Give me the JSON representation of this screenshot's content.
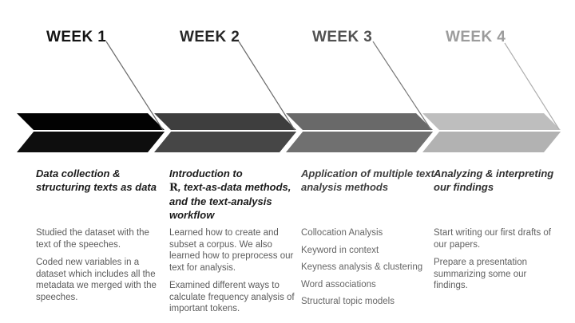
{
  "slide": {
    "background": "#ffffff"
  },
  "weeks": [
    {
      "label": "WEEK 1",
      "label_color": "#141414",
      "leader_line_color": "#6a6a6a",
      "chevron_color_top": "#020202",
      "chevron_color_bottom": "#0e0e0e",
      "heading": "Data collection & structuring texts as data",
      "heading_color": "#1b1b1b",
      "body_color": "#5c5c5c",
      "paragraphs": [
        "Studied the dataset with the text of the speeches.",
        "Coded new variables in a dataset which includes all the metadata we merged with the speeches."
      ]
    },
    {
      "label": "WEEK 2",
      "label_color": "#262626",
      "leader_line_color": "#6a6a6a",
      "chevron_color_top": "#3e3e3e",
      "chevron_color_bottom": "#464646",
      "heading_prefix": "Introduction to",
      "heading_r": "R",
      "heading_suffix": ", text-as-data methods, and the text-analysis workflow",
      "heading_color": "#1b1b1b",
      "body_color": "#5c5c5c",
      "paragraphs": [
        "Learned how to create and subset a corpus. We also learned how to preprocess our text for analysis.",
        "Examined different ways to calculate frequency analysis of important tokens."
      ]
    },
    {
      "label": "WEEK 3",
      "label_color": "#515151",
      "leader_line_color": "#7a7a7a",
      "chevron_color_top": "#696969",
      "chevron_color_bottom": "#707070",
      "heading": "Application of multiple text-analysis methods",
      "heading_color": "#3f3f3f",
      "body_color": "#666666",
      "paragraphs": [
        "Collocation Analysis",
        "Keyword in context",
        "Keyness analysis & clustering",
        "Word associations",
        "Structural topic models"
      ]
    },
    {
      "label": "WEEK 4",
      "label_color": "#9c9c9c",
      "leader_line_color": "#aeaeae",
      "chevron_color_top": "#bebebe",
      "chevron_color_bottom": "#b2b2b2",
      "heading": "Analyzing & interpreting our findings",
      "heading_color": "#303030",
      "body_color": "#606060",
      "paragraphs": [
        "Start writing our first drafts of our papers.",
        "Prepare a presentation summarizing some our findings."
      ]
    }
  ]
}
